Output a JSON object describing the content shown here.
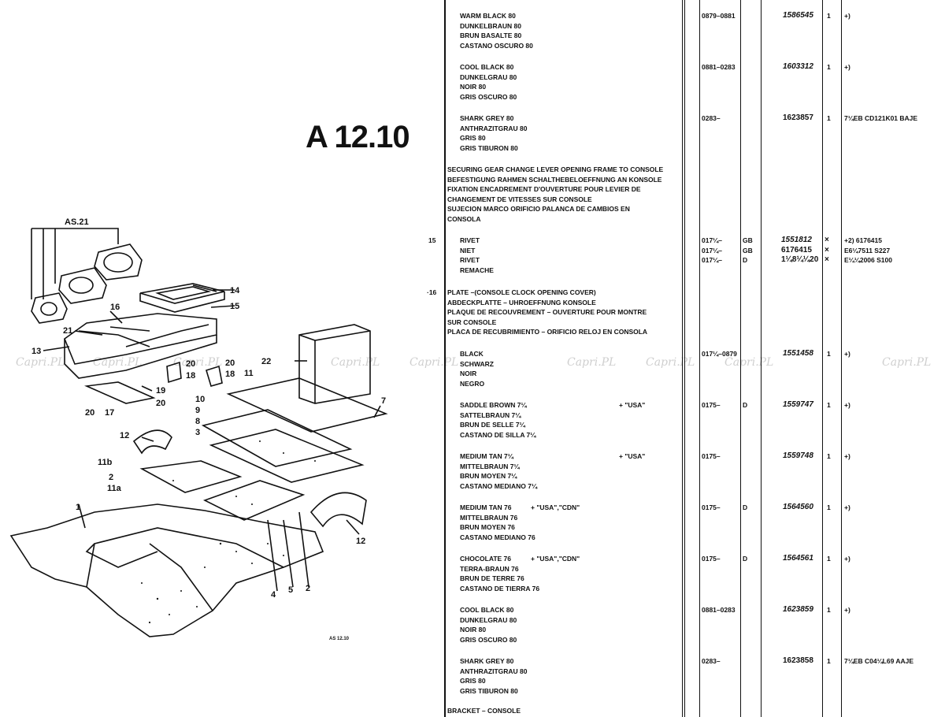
{
  "page_title": "A 12.10",
  "watermark": "Capri.PL",
  "diagram": {
    "labels": [
      "AS.21",
      "14",
      "15",
      "16",
      "21",
      "13",
      "20",
      "18",
      "19",
      "20",
      "17",
      "20",
      "20",
      "18",
      "11",
      "10",
      "9",
      "8",
      "3",
      "22",
      "7",
      "12",
      "11b",
      "2",
      "11a",
      "1",
      "4",
      "5",
      "2",
      "12"
    ],
    "stamp": "AS 12.10"
  },
  "header_variants": [
    {
      "names": [
        "WARM BLACK 80",
        "DUNKELBRAUN 80",
        "BRUN BASALTE 80",
        "CASTANO OSCURO 80"
      ],
      "date": "0879–0881",
      "code": "",
      "part": "1586545",
      "qty": "1",
      "note": "+)"
    },
    {
      "names": [
        "COOL BLACK 80",
        "DUNKELGRAU 80",
        "NOIR 80",
        "GRIS OSCURO 80"
      ],
      "date": "0881–0283",
      "code": "",
      "part": "1603312",
      "qty": "1",
      "note": "+)"
    },
    {
      "names": [
        "SHARK GREY 80",
        "ANTHRAZITGRAU 80",
        "GRIS 80",
        "GRIS TIBURON 80"
      ],
      "date": "0283–",
      "code": "",
      "part": "1623857",
      "qty": "1",
      "note": "7¼EB CD121K01 BAJE"
    }
  ],
  "securing_desc": [
    "SECURING GEAR CHANGE LEVER OPENING FRAME TO CONSOLE",
    "BEFESTIGUNG RAHMEN SCHALTHEBELOEFFNUNG AN KONSOLE",
    "FIXATION ENCADREMENT D'OUVERTURE POUR LEVIER DE",
    "CHANGEMENT DE VITESSES SUR CONSOLE",
    "SUJECION MARCO ORIFICIO PALANCA DE CAMBIOS EN",
    "CONSOLA"
  ],
  "item15": {
    "ref": "15",
    "rows": [
      {
        "name": "RIVET",
        "date": "017¼–",
        "code": "GB",
        "part": "1551812",
        "x": "×",
        "note": "+2) 6176415"
      },
      {
        "name": "NIET",
        "date": "017¼–",
        "code": "GB",
        "part": "6176415",
        "x": "×",
        "note": "E6¼7511 S227"
      },
      {
        "name": "RIVET",
        "date": "017¼–",
        "code": "D",
        "part": "1¼8¼¼20",
        "x": "×",
        "note": "E¼¼2006 S100"
      },
      {
        "name": "REMACHE",
        "date": "",
        "code": "",
        "part": "",
        "x": "",
        "note": ""
      }
    ]
  },
  "item16": {
    "ref": "·16",
    "desc": [
      "PLATE –(CONSOLE CLOCK OPENING COVER)",
      "ABDECKPLATTE – UHROEFFNUNG KONSOLE",
      "PLAQUE DE RECOUVREMENT – OUVERTURE POUR MONTRE",
      "SUR CONSOLE",
      "PLACA DE RECUBRIMIENTO – ORIFICIO RELOJ EN CONSOLA"
    ]
  },
  "variants": [
    {
      "names": [
        "BLACK",
        "SCHWARZ",
        "NOIR",
        "NEGRO"
      ],
      "market": "",
      "date": "017¼–0879",
      "code": "",
      "part": "1551458",
      "qty": "1",
      "note": "+)"
    },
    {
      "names": [
        "SADDLE BROWN 7¼",
        "SATTELBRAUN 7¼",
        "BRUN DE SELLE 7¼",
        "CASTANO DE SILLA 7¼"
      ],
      "market": "+ \"USA\"",
      "date": "0175–",
      "code": "D",
      "part": "1559747",
      "qty": "1",
      "note": "+)"
    },
    {
      "names": [
        "MEDIUM TAN 7¼",
        "MITTELBRAUN 7¼",
        "BRUN MOYEN 7¼",
        "CASTANO MEDIANO 7¼"
      ],
      "market": "+ \"USA\"",
      "date": "0175–",
      "code": "",
      "part": "1559748",
      "qty": "1",
      "note": "+)"
    },
    {
      "names": [
        "MEDIUM TAN 76",
        "MITTELBRAUN 76",
        "BRUN MOYEN 76",
        "CASTANO MEDIANO 76"
      ],
      "market": "+ \"USA\",\"CDN\"",
      "date": "0175–",
      "code": "D",
      "part": "1564560",
      "qty": "1",
      "note": "+)"
    },
    {
      "names": [
        "CHOCOLATE 76",
        "TERRA-BRAUN 76",
        "BRUN DE TERRE 76",
        "CASTANO DE TIERRA 76"
      ],
      "market": "+ \"USA\",\"CDN\"",
      "date": "0175–",
      "code": "D",
      "part": "1564561",
      "qty": "1",
      "note": "+)"
    },
    {
      "names": [
        "COOL BLACK 80",
        "DUNKELGRAU 80",
        "NOIR 80",
        "GRIS OSCURO 80"
      ],
      "market": "",
      "date": "0881–0283",
      "code": "",
      "part": "1623859",
      "qty": "1",
      "note": "+)"
    },
    {
      "names": [
        "SHARK GREY 80",
        "ANTHRAZITGRAU 80",
        "GRIS 80",
        "GRIS TIBURON 80"
      ],
      "market": "",
      "date": "0283–",
      "code": "",
      "part": "1623858",
      "qty": "1",
      "note": "7¼EB C04¼L69 AAJE"
    }
  ],
  "footer_line": "BRACKET – CONSOLE"
}
